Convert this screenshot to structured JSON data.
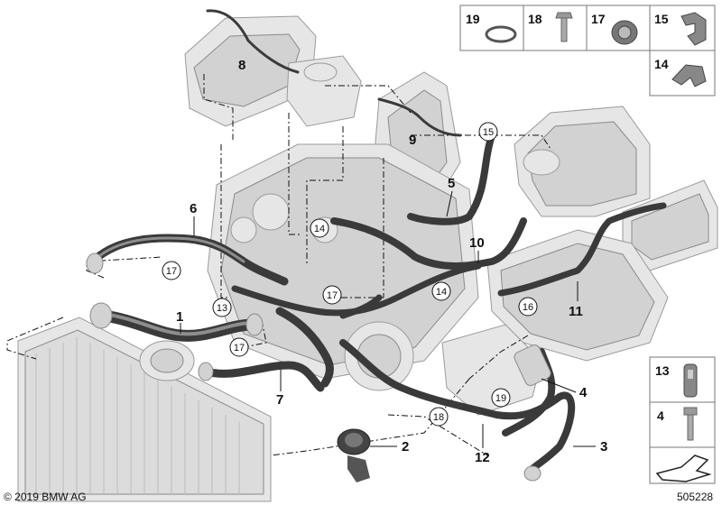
{
  "diagram": {
    "callouts": [
      {
        "id": "c1",
        "label": "1"
      },
      {
        "id": "c2",
        "label": "2"
      },
      {
        "id": "c3",
        "label": "3"
      },
      {
        "id": "c4",
        "label": "4"
      },
      {
        "id": "c5",
        "label": "5"
      },
      {
        "id": "c6",
        "label": "6"
      },
      {
        "id": "c7",
        "label": "7"
      },
      {
        "id": "c8",
        "label": "8"
      },
      {
        "id": "c9",
        "label": "9"
      },
      {
        "id": "c10",
        "label": "10"
      },
      {
        "id": "c11",
        "label": "11"
      },
      {
        "id": "c12",
        "label": "12"
      },
      {
        "id": "c13",
        "label": "13"
      },
      {
        "id": "c14a",
        "label": "14"
      },
      {
        "id": "c14b",
        "label": "14"
      },
      {
        "id": "c15",
        "label": "15"
      },
      {
        "id": "c16",
        "label": "16"
      },
      {
        "id": "c17a",
        "label": "17"
      },
      {
        "id": "c17b",
        "label": "17"
      },
      {
        "id": "c17c",
        "label": "17"
      },
      {
        "id": "c18",
        "label": "18"
      },
      {
        "id": "c19",
        "label": "19"
      }
    ],
    "legend": {
      "top_row": [
        "19",
        "18",
        "17",
        "15"
      ],
      "second_row": [
        "14"
      ],
      "side": [
        "13",
        "4"
      ]
    },
    "copyright": "© 2019 BMW AG",
    "diagram_number": "505228"
  }
}
